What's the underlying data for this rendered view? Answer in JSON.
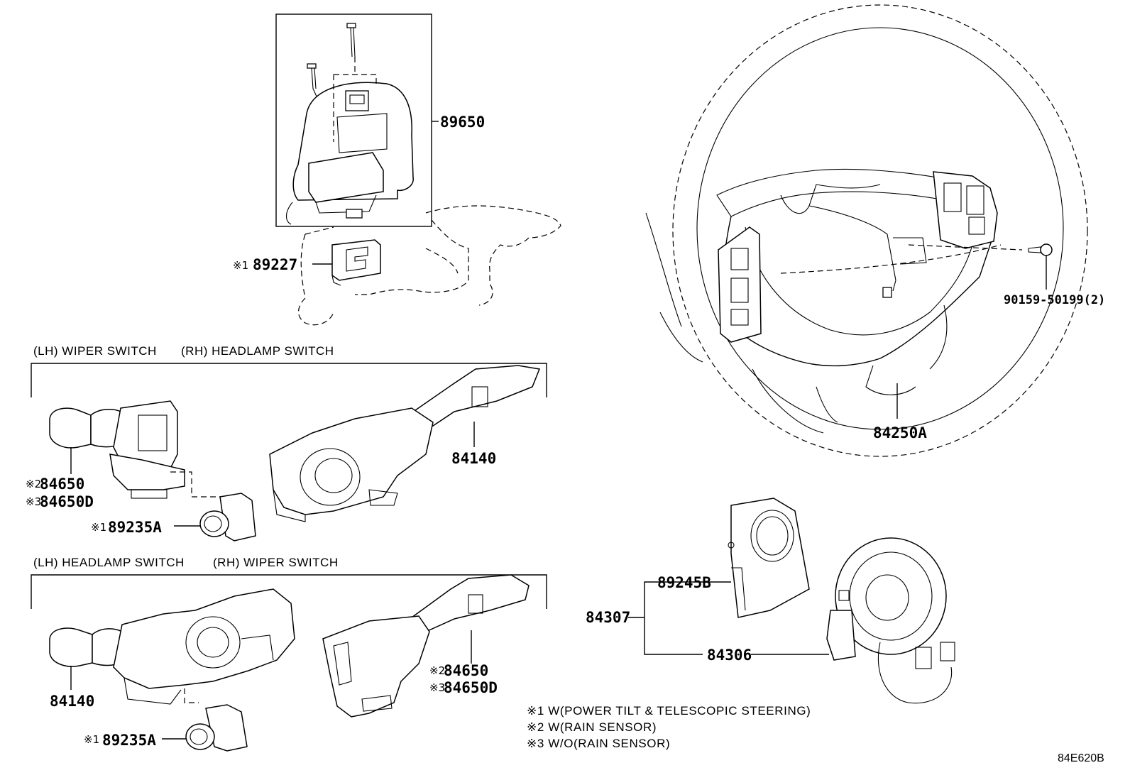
{
  "labels": {
    "p89650": "89650",
    "p89227": "89227",
    "p89227_mark": "※1",
    "p90159": "90159-50199(2)",
    "p84250A": "84250A",
    "p84650_top": "84650",
    "p84650_top_mark": "※2",
    "p84650D_top": "84650D",
    "p84650D_top_mark": "※3",
    "p84140_top": "84140",
    "p89235A_top": "89235A",
    "p89235A_top_mark": "※1",
    "p89245B": "89245B",
    "p84307": "84307",
    "p84306": "84306",
    "p84140_bottom": "84140",
    "p84650_bottom": "84650",
    "p84650_bottom_mark": "※2",
    "p84650D_bottom": "84650D",
    "p84650D_bottom_mark": "※3",
    "p89235A_bottom": "89235A",
    "p89235A_bottom_mark": "※1"
  },
  "captions": {
    "top_lh": "(LH) WIPER SWITCH",
    "top_rh": "(RH) HEADLAMP SWITCH",
    "bottom_lh": "(LH) HEADLAMP SWITCH",
    "bottom_rh": "(RH) WIPER SWITCH"
  },
  "notes": [
    "※1  W(POWER TILT & TELESCOPIC STEERING)",
    "※2 W(RAIN SENSOR)",
    "※3 W/O(RAIN SENSOR)"
  ],
  "diagram_code": "84E620B"
}
